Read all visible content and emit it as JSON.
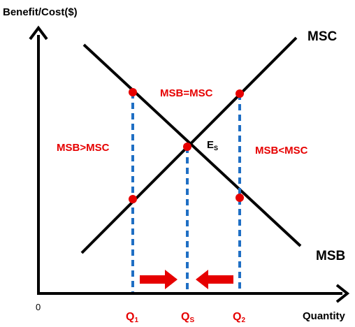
{
  "axes": {
    "y_label": "Benefit/Cost($)",
    "x_label": "Quantity",
    "origin": "0"
  },
  "curves": {
    "supply": "MSC",
    "demand": "MSB"
  },
  "regions": {
    "left": "MSB>MSC",
    "center": "MSB=MSC",
    "right": "MSB<MSC"
  },
  "equilibrium": {
    "label": "E",
    "sub": "S"
  },
  "quantities": {
    "q1": {
      "label": "Q",
      "sub": "1"
    },
    "qs": {
      "label": "Q",
      "sub": "S"
    },
    "q2": {
      "label": "Q",
      "sub": "2"
    }
  },
  "colors": {
    "curve": "#000000",
    "accent": "#e60000",
    "dashed": "#1f6fc4"
  }
}
